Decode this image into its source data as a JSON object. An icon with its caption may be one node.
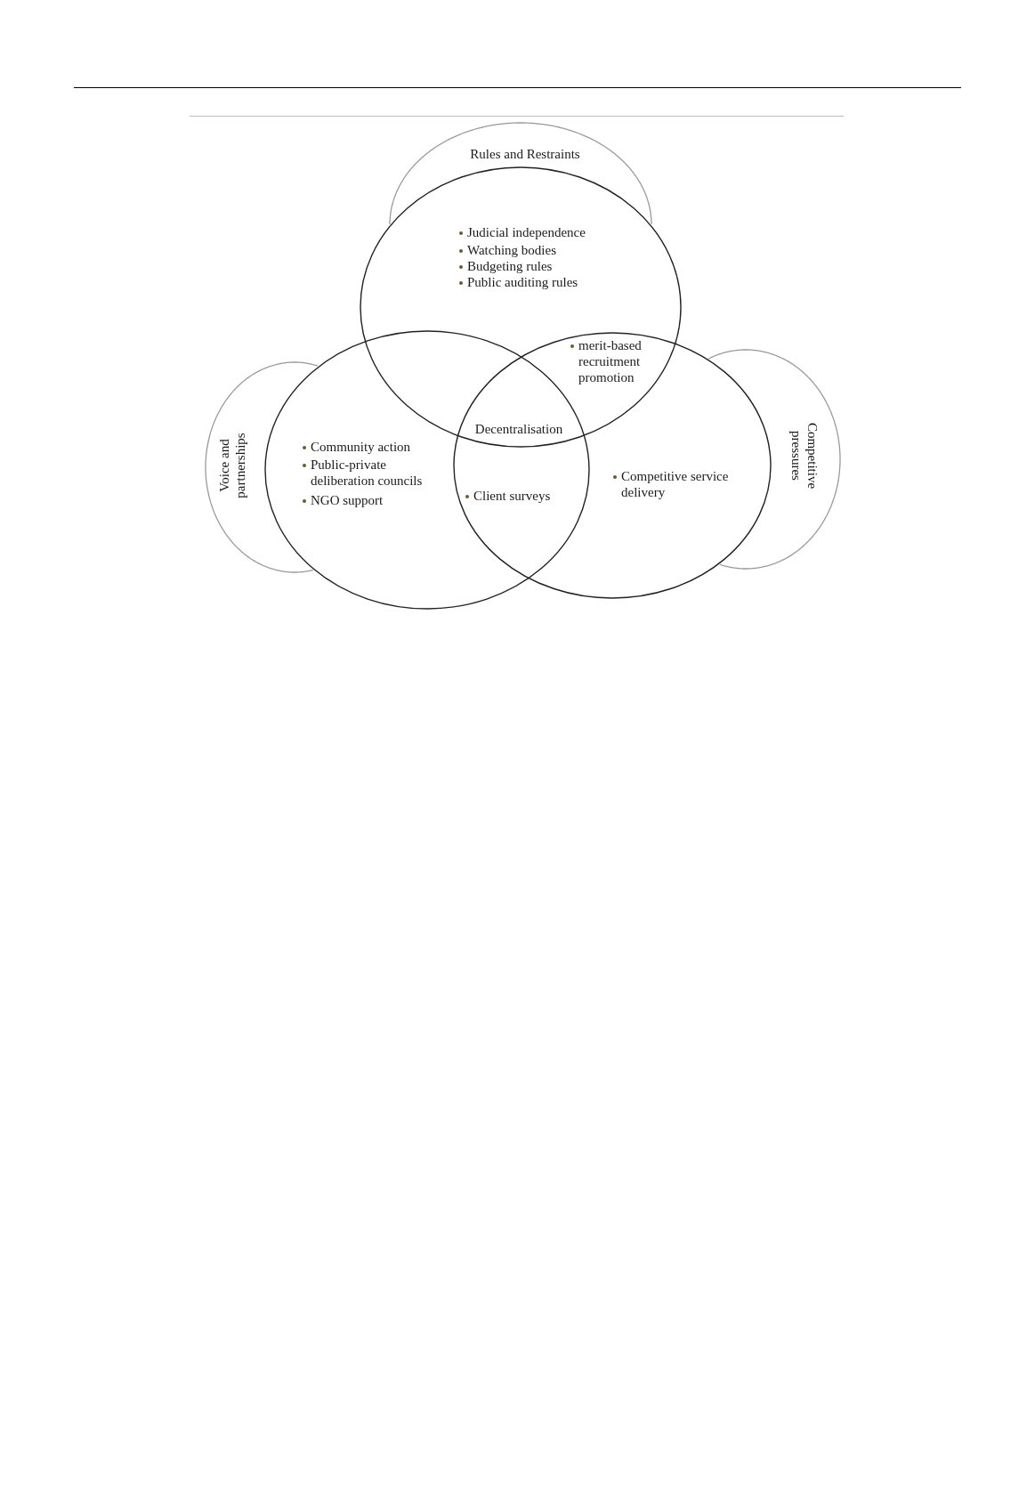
{
  "diagram": {
    "nodes": [
      {
        "text": [
          "Rules and Restraints"
        ]
      },
      {
        "text": [
          "Judicial independence",
          "Watching bodies",
          "Budgeting rules",
          "Public auditing rules"
        ]
      },
      {
        "text": [
          "Voice and partnerships"
        ]
      },
      {
        "text": [
          "Community action",
          "Public-private deliberation councils",
          "NGO support"
        ]
      },
      {
        "text": [
          "Competitive pressures"
        ]
      },
      {
        "text": [
          "Competitive service delivery"
        ]
      }
    ],
    "labels": [
      "merit-based recruitment promotion",
      "Decentralisation",
      "Client surveys"
    ]
  }
}
